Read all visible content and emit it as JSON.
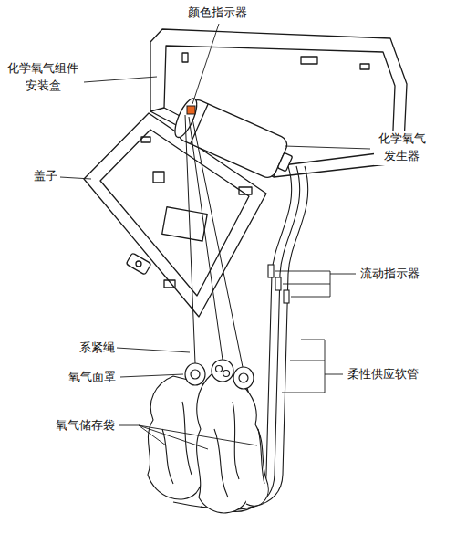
{
  "diagram": {
    "labels": [
      "颜色指示器",
      "化学氧气组件 安装盒",
      "化学氧气 发生器",
      "盖子",
      "流动指示器",
      "系紧绳",
      "柔性供应软管",
      "氧气面罩",
      "氧气储存袋"
    ]
  }
}
